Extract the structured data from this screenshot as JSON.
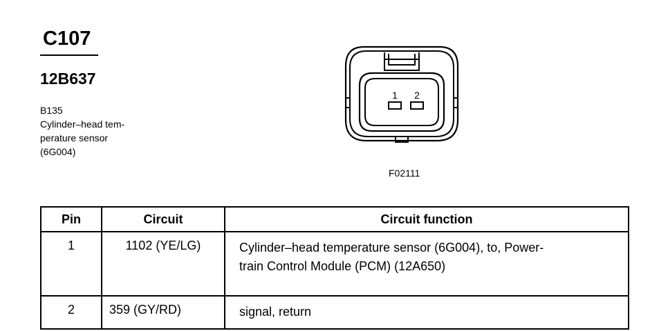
{
  "connector": {
    "id": "C107",
    "part_number": "12B637",
    "description_lines": [
      "B135",
      "Cylinder–head tem-",
      "perature sensor",
      "(6G004)"
    ]
  },
  "figure": {
    "pin_labels": [
      "1",
      "2"
    ],
    "id": "F02111"
  },
  "table": {
    "headers": [
      "Pin",
      "Circuit",
      "Circuit function"
    ],
    "rows": [
      {
        "pin": "1",
        "circuit": "1102 (YE/LG)",
        "function_lines": [
          "Cylinder–head temperature sensor (6G004), to, Power-",
          "train Control Module (PCM) (12A650)"
        ]
      },
      {
        "pin": "2",
        "circuit": "359 (GY/RD)",
        "function_lines": [
          "signal, return"
        ]
      }
    ]
  }
}
